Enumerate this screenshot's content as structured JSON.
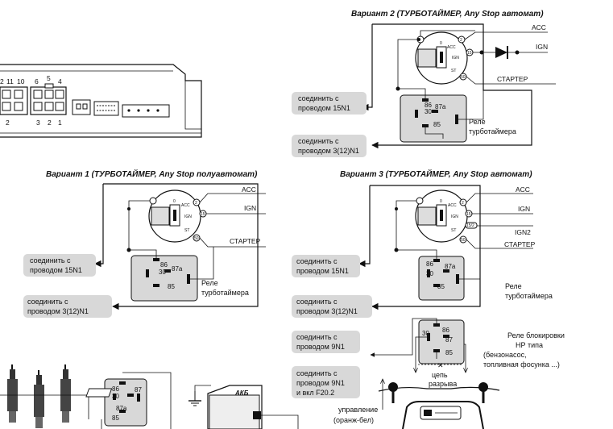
{
  "controller": {
    "pin_top": [
      "2",
      "11",
      "10",
      "6",
      "5",
      "4"
    ],
    "pin_bottom": [
      "2",
      "3",
      "2",
      "1"
    ]
  },
  "ignition": {
    "pin_0": "0",
    "pin_acc": "ACC",
    "pin_ign": "IGN",
    "pin_st": "ST",
    "term_2": "2",
    "term_15": "15",
    "term_50": "50",
    "term_15_2": "15/2"
  },
  "wires": {
    "acc": "ACC",
    "ign": "IGN",
    "ign2": "IGN2",
    "starter": "СТАРТЕР"
  },
  "relay": {
    "p86": "86",
    "p30": "30",
    "p87a": "87a",
    "p85": "85",
    "p87": "87",
    "turbo_label_1": "Реле",
    "turbo_label_2": "турботаймера"
  },
  "variant1": {
    "title": "Вариант 1 (ТУРБОТАЙМЕР, Any Stop полуавтомат)",
    "box1_l1": "соединить с",
    "box1_l2": "проводом 15N1",
    "box2_l1": "соединить с",
    "box2_l2": "проводом 3(12)N1"
  },
  "variant2": {
    "title": "Вариант 2 (ТУРБОТАЙМЕР, Any Stop автомат)",
    "box1_l1": "соединить с",
    "box1_l2": "проводом 15N1",
    "box2_l1": "соединить с",
    "box2_l2": "проводом 3(12)N1"
  },
  "variant3": {
    "title": "Вариант 3 (ТУРБОТАЙМЕР, Any Stop автомат)",
    "box1_l1": "соединить с",
    "box1_l2": "проводом 15N1",
    "box2_l1": "соединить с",
    "box2_l2": "проводом 3(12)N1",
    "box3_l1": "соединить с",
    "box3_l2": "проводом 9N1",
    "box4_l1": "соединить с",
    "box4_l2": "проводом 9N1",
    "box4_l3": "и вкл F20.2",
    "block_relay_l1": "Реле блокировки",
    "block_relay_l2": "НР типа",
    "block_relay_l3": "(бензонасос,",
    "block_relay_l4": "топливная фосунка ...)",
    "break_l1": "цепь",
    "break_l2": "разрыва",
    "control_label": "управление",
    "control_color": "(оранж-бел)"
  },
  "battery_label": "АКБ"
}
